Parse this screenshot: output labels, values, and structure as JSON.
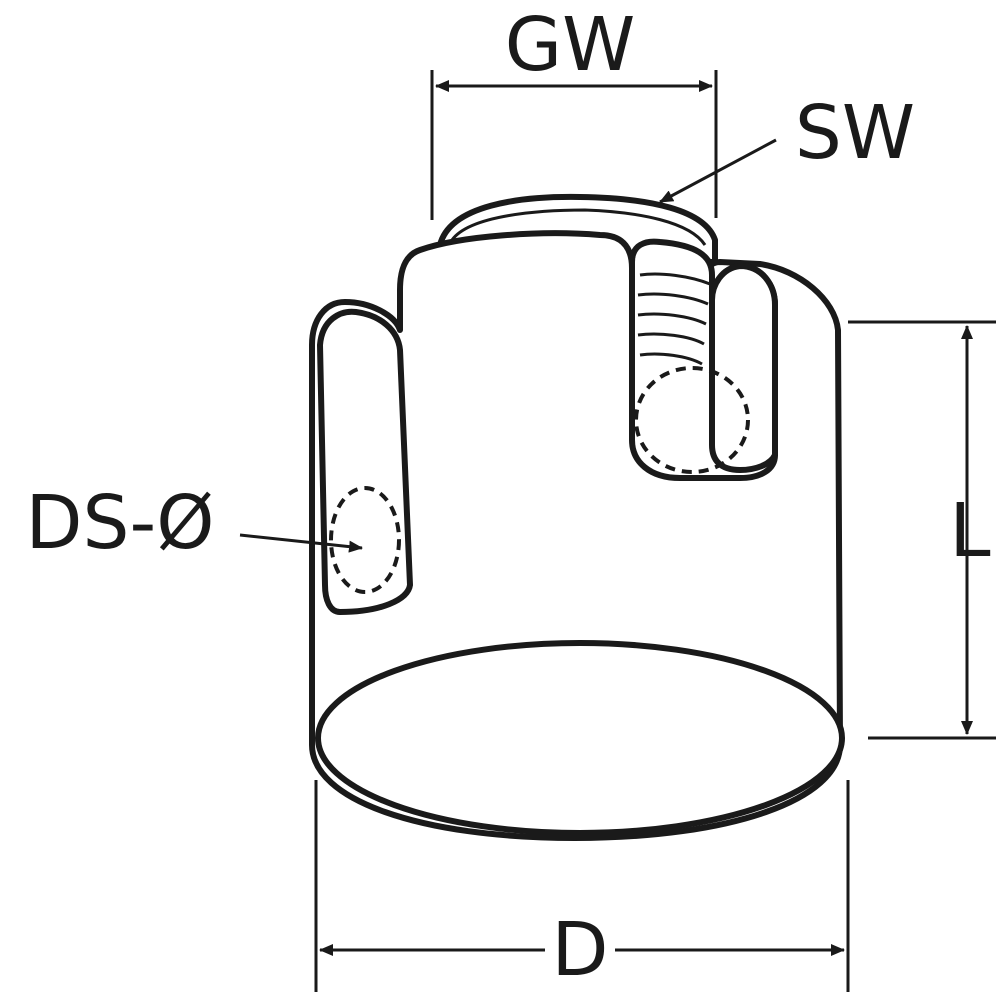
{
  "labels": {
    "gw": "GW",
    "sw": "SW",
    "ds": "DS-Ø",
    "l": "L",
    "d": "D"
  },
  "colors": {
    "line": "#1a1a1a",
    "background": "#ffffff"
  }
}
